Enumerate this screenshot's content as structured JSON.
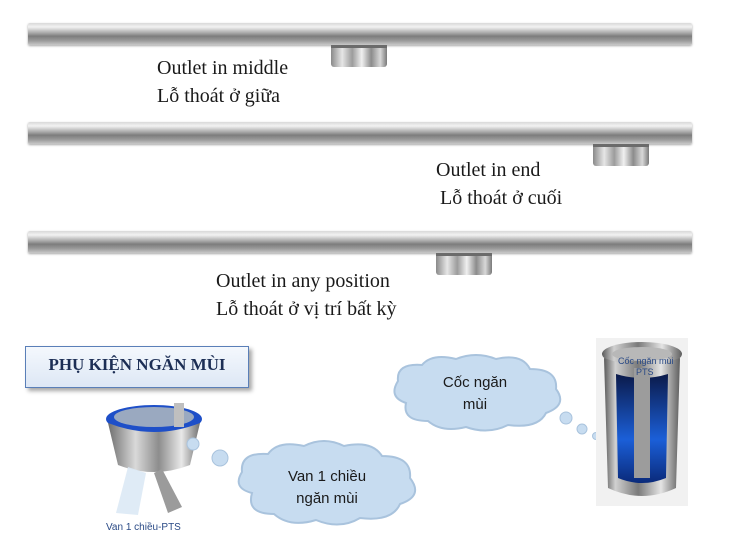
{
  "drains": [
    {
      "label_en": "Outlet in middle",
      "label_vi": "Lỗ thoát ở giữa"
    },
    {
      "label_en": "Outlet in end",
      "label_vi": "Lỗ thoát ở cuối"
    },
    {
      "label_en": "Outlet in any position",
      "label_vi": "Lỗ thoát ở vị trí bất kỳ"
    }
  ],
  "accessories": {
    "title": "PHỤ KIỆN NGĂN MÙI",
    "valve": {
      "cloud_text_line1": "Van 1 chiều",
      "cloud_text_line2": "ngăn mùi",
      "caption": "Van 1 chiều-PTS"
    },
    "cup": {
      "cloud_text_line1": "Cốc ngăn",
      "cloud_text_line2": "mùi",
      "caption_line1": "Cốc ngăn mùi",
      "caption_line2": "PTS"
    }
  },
  "colors": {
    "cloud": "#c7dcf0",
    "cloud_border": "#a9c3dd",
    "accent_blue": "#1e4fc8"
  }
}
